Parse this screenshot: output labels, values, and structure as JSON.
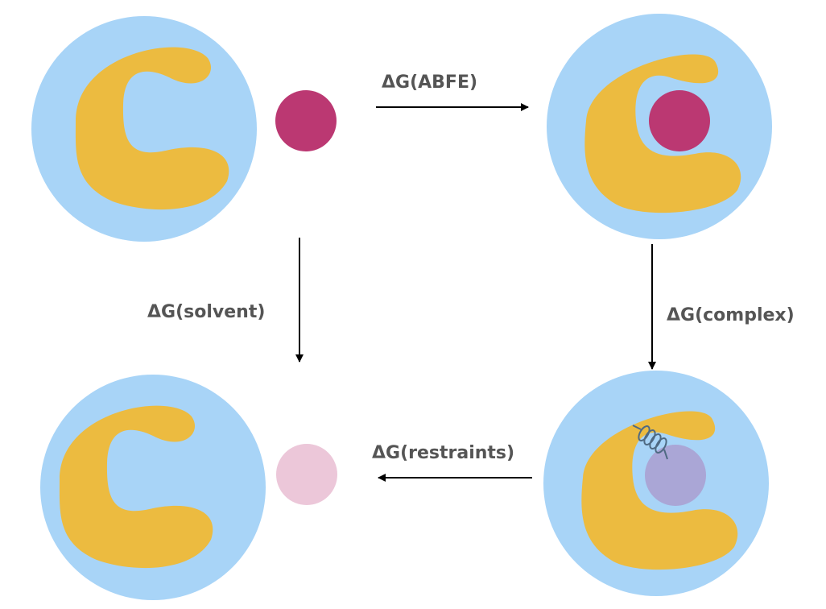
{
  "labels": {
    "abfe": "ΔG(ABFE)",
    "solvent": "ΔG(solvent)",
    "complex": "ΔG(complex)",
    "restraints": "ΔG(restraints)"
  },
  "colors": {
    "solvent_sphere": "#a8d4f7",
    "protein": "#ecbb40",
    "ligand": "#bb3872",
    "ligand_decoupled_solvent": "#ecc7d9",
    "ligand_decoupled_complex": "#aaa6d6",
    "restraint_spring": "#4f6a83",
    "arrow": "#000000",
    "label_text": "#555555"
  },
  "states": [
    {
      "name": "unbound-state",
      "ligand": "coupled",
      "bound": false
    },
    {
      "name": "bound-state",
      "ligand": "coupled",
      "bound": true
    },
    {
      "name": "bound-restrained-decoupled-state",
      "ligand": "decoupled",
      "bound": true,
      "restrained": true
    },
    {
      "name": "unbound-decoupled-state",
      "ligand": "decoupled",
      "bound": false
    }
  ]
}
